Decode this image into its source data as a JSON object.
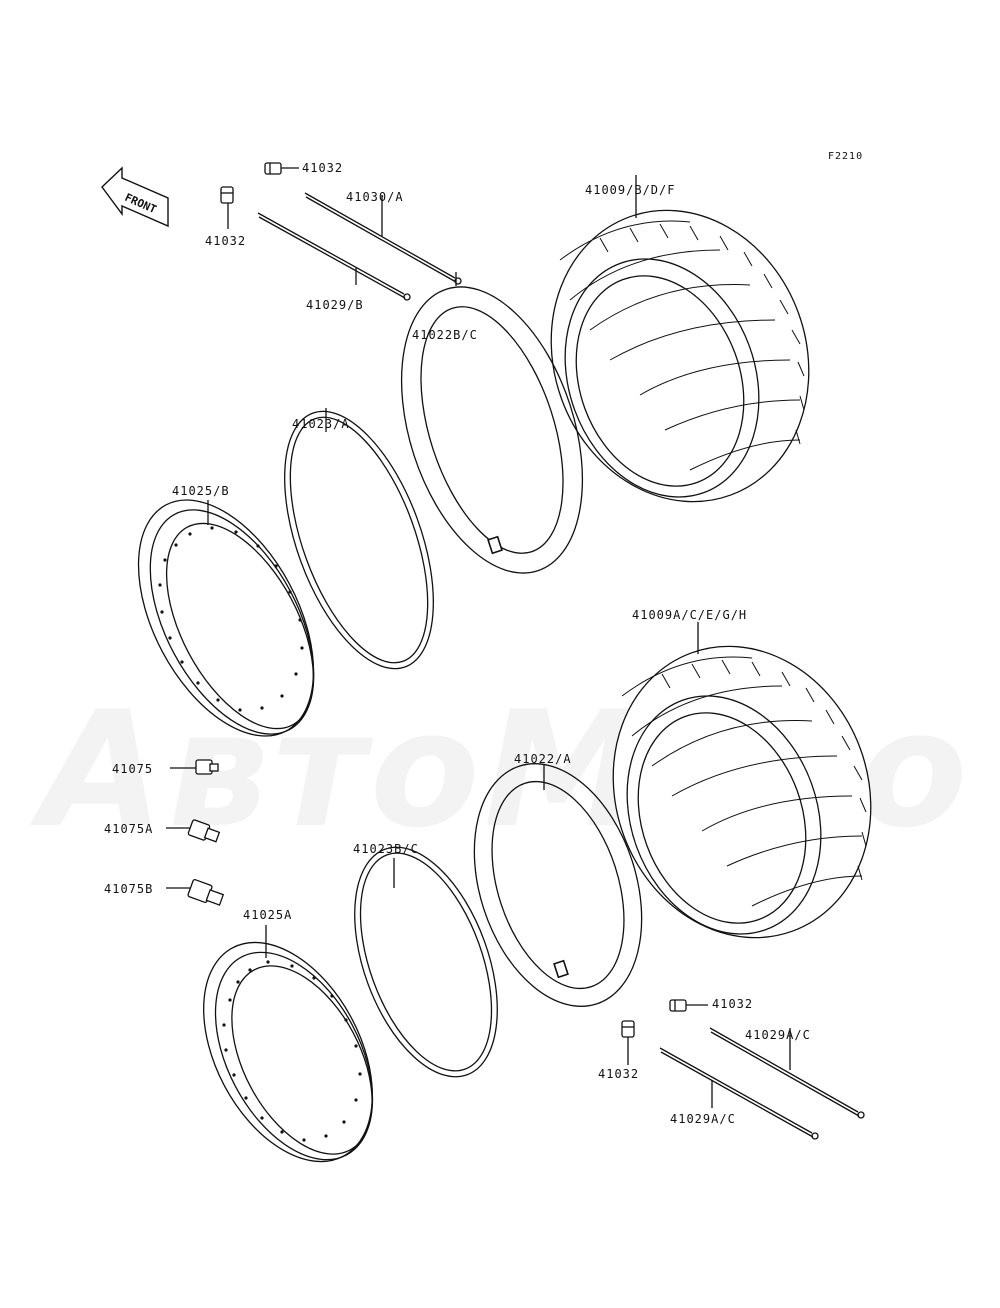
{
  "figure_code": "F2210",
  "front_badge": "FRONT",
  "watermark_text": "АвтоМото",
  "labels": {
    "p41032_top": "41032",
    "p41032_left": "41032",
    "p41030A": "41030/A",
    "p41029B": "41029/B",
    "p41009_rear": "41009/B/D/F",
    "p41022BC": "41022B/C",
    "p41023A": "41023/A",
    "p41025B": "41025/B",
    "p41009_front": "41009A/C/E/G/H",
    "p41022A": "41022/A",
    "p41075": "41075",
    "p41075A": "41075A",
    "p41075B": "41075B",
    "p41023BC": "41023B/C",
    "p41025A": "41025A",
    "p41032_br1": "41032",
    "p41032_br2": "41032",
    "p41029AC_1": "41029A/C",
    "p41029AC_2": "41029A/C"
  },
  "colors": {
    "line": "#111111",
    "background": "#ffffff"
  }
}
